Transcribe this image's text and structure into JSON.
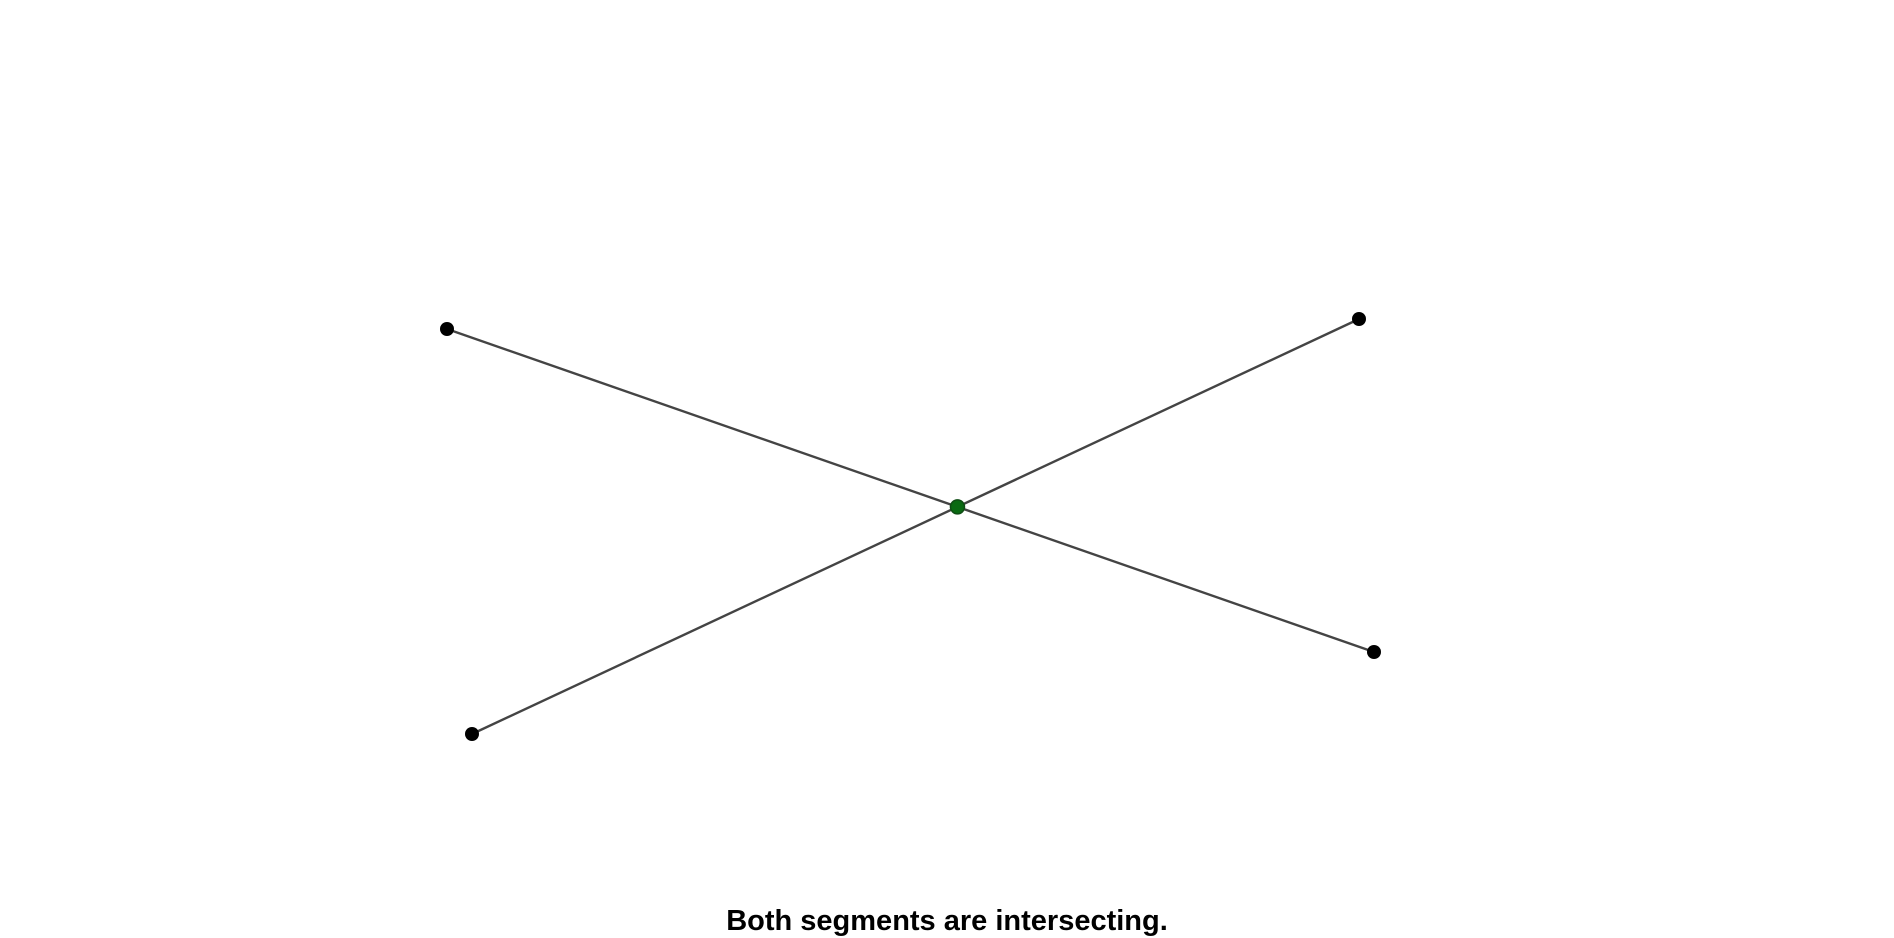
{
  "status": {
    "message": "Both segments are intersecting."
  },
  "colors": {
    "background": "#ffffff",
    "segment": "#444444",
    "endpoint": "#000000",
    "intersection": "#0a6a12",
    "intersection_stroke": "#0f4d14"
  },
  "segments": [
    {
      "name": "segment-a",
      "start": {
        "name": "segment-a-start-point"
      },
      "end": {
        "name": "segment-a-end-point"
      }
    },
    {
      "name": "segment-b",
      "start": {
        "name": "segment-b-start-point"
      },
      "end": {
        "name": "segment-b-end-point"
      }
    }
  ],
  "intersection": {
    "name": "intersection-point",
    "visible": true
  }
}
